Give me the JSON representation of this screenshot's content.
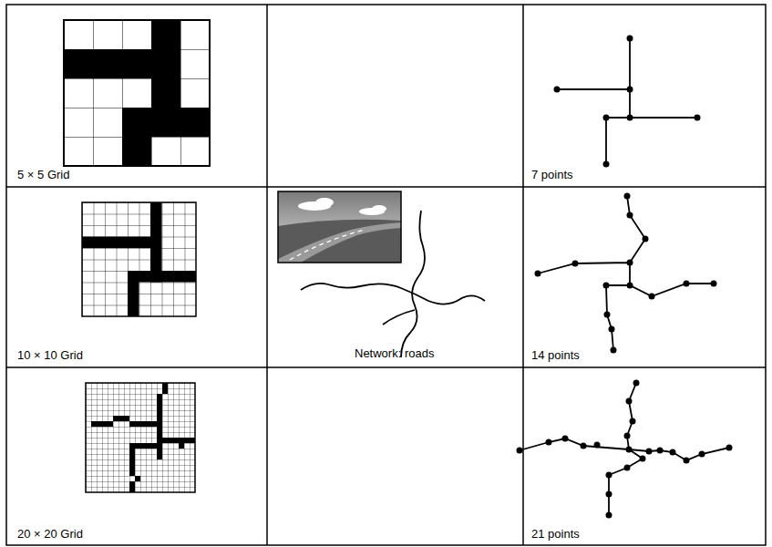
{
  "diagram": {
    "labels": [
      "5 × 5 Grid",
      "7 points",
      "10 × 10 Grid",
      "Network: roads",
      "14 points",
      "20 × 20 Grid",
      "21 points"
    ]
  }
}
